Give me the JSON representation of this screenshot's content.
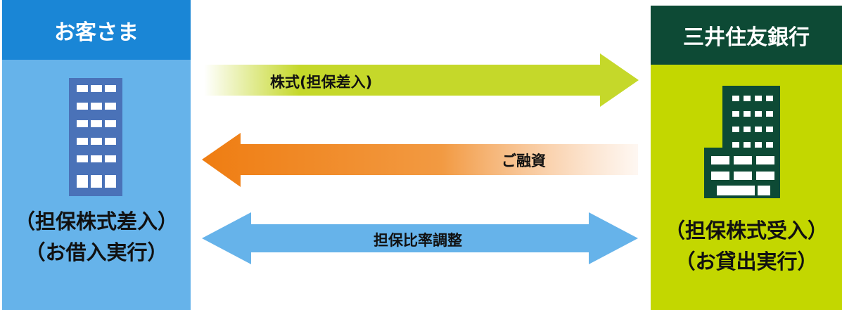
{
  "colors": {
    "customer_header": "#1a86d6",
    "customer_body": "#66b3ea",
    "customer_building": "#4a72b8",
    "bank_header": "#0d4a35",
    "bank_body": "#c3d700",
    "bank_building": "#0d4a35",
    "arrow_shares": "#c5d82a",
    "arrow_loan": "#ef7d12",
    "arrow_margin": "#66b3ea"
  },
  "customer": {
    "title": "お客さま",
    "caption_line1": "（担保株式差入）",
    "caption_line2": "（お借入実行）",
    "icon": "office-building-icon"
  },
  "bank": {
    "title": "三井住友銀行",
    "caption_line1": "（担保株式受入）",
    "caption_line2": "（お貸出実行）",
    "icon": "bank-building-icon"
  },
  "flows": {
    "shares_label": "株式(担保差入)",
    "loan_label": "ご融資",
    "margin_label": "担保比率調整"
  }
}
